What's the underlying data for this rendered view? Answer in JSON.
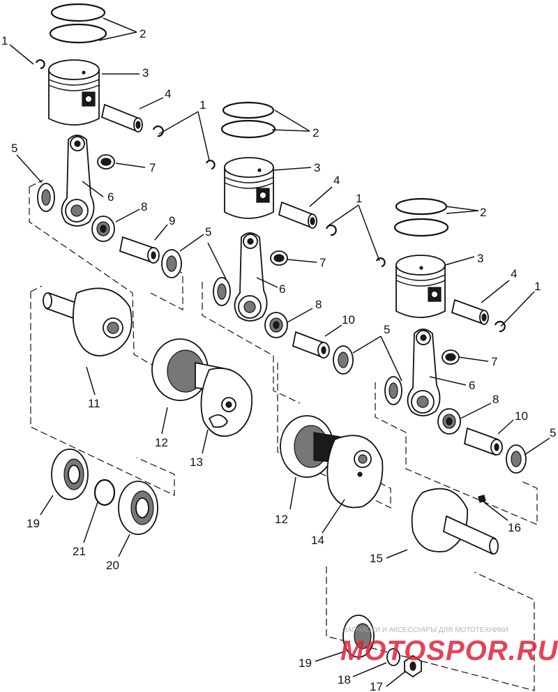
{
  "diagram": {
    "callouts": [
      "1",
      "2",
      "3",
      "4",
      "5",
      "6",
      "7",
      "8",
      "9",
      "10",
      "11",
      "12",
      "13",
      "14",
      "15",
      "16",
      "17",
      "18",
      "19",
      "20",
      "21"
    ]
  },
  "watermark": {
    "tagline": "ЗАПЧАСТИ И АКСЕССУАРЫ ДЛЯ МОТОТЕХНИКИ",
    "brand": "MOTOSPOR.RU",
    "accent": "#e0233a",
    "muted": "#a9a9a9"
  }
}
